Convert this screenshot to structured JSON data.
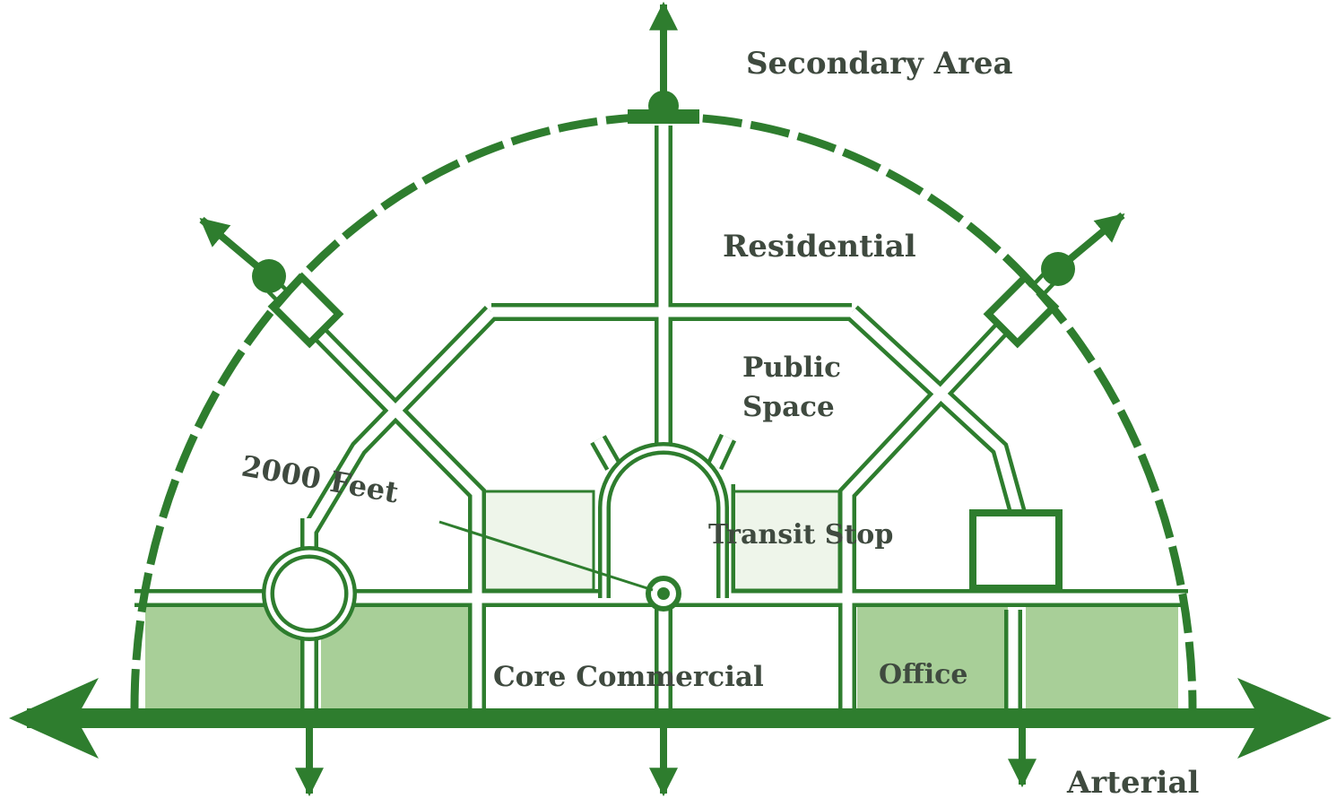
{
  "colors": {
    "green": "#2e7d2e",
    "light_green": "#a8cf98",
    "pale_green": "#eef5ea",
    "text": "#3f4a3f"
  },
  "labels": {
    "secondary_area": "Secondary Area",
    "residential": "Residential",
    "public_space_line1": "Public",
    "public_space_line2": "Space",
    "distance": "2000 Feet",
    "transit_stop": "Transit Stop",
    "core_commercial": "Core Commercial",
    "office": "Office",
    "arterial": "Arterial"
  }
}
